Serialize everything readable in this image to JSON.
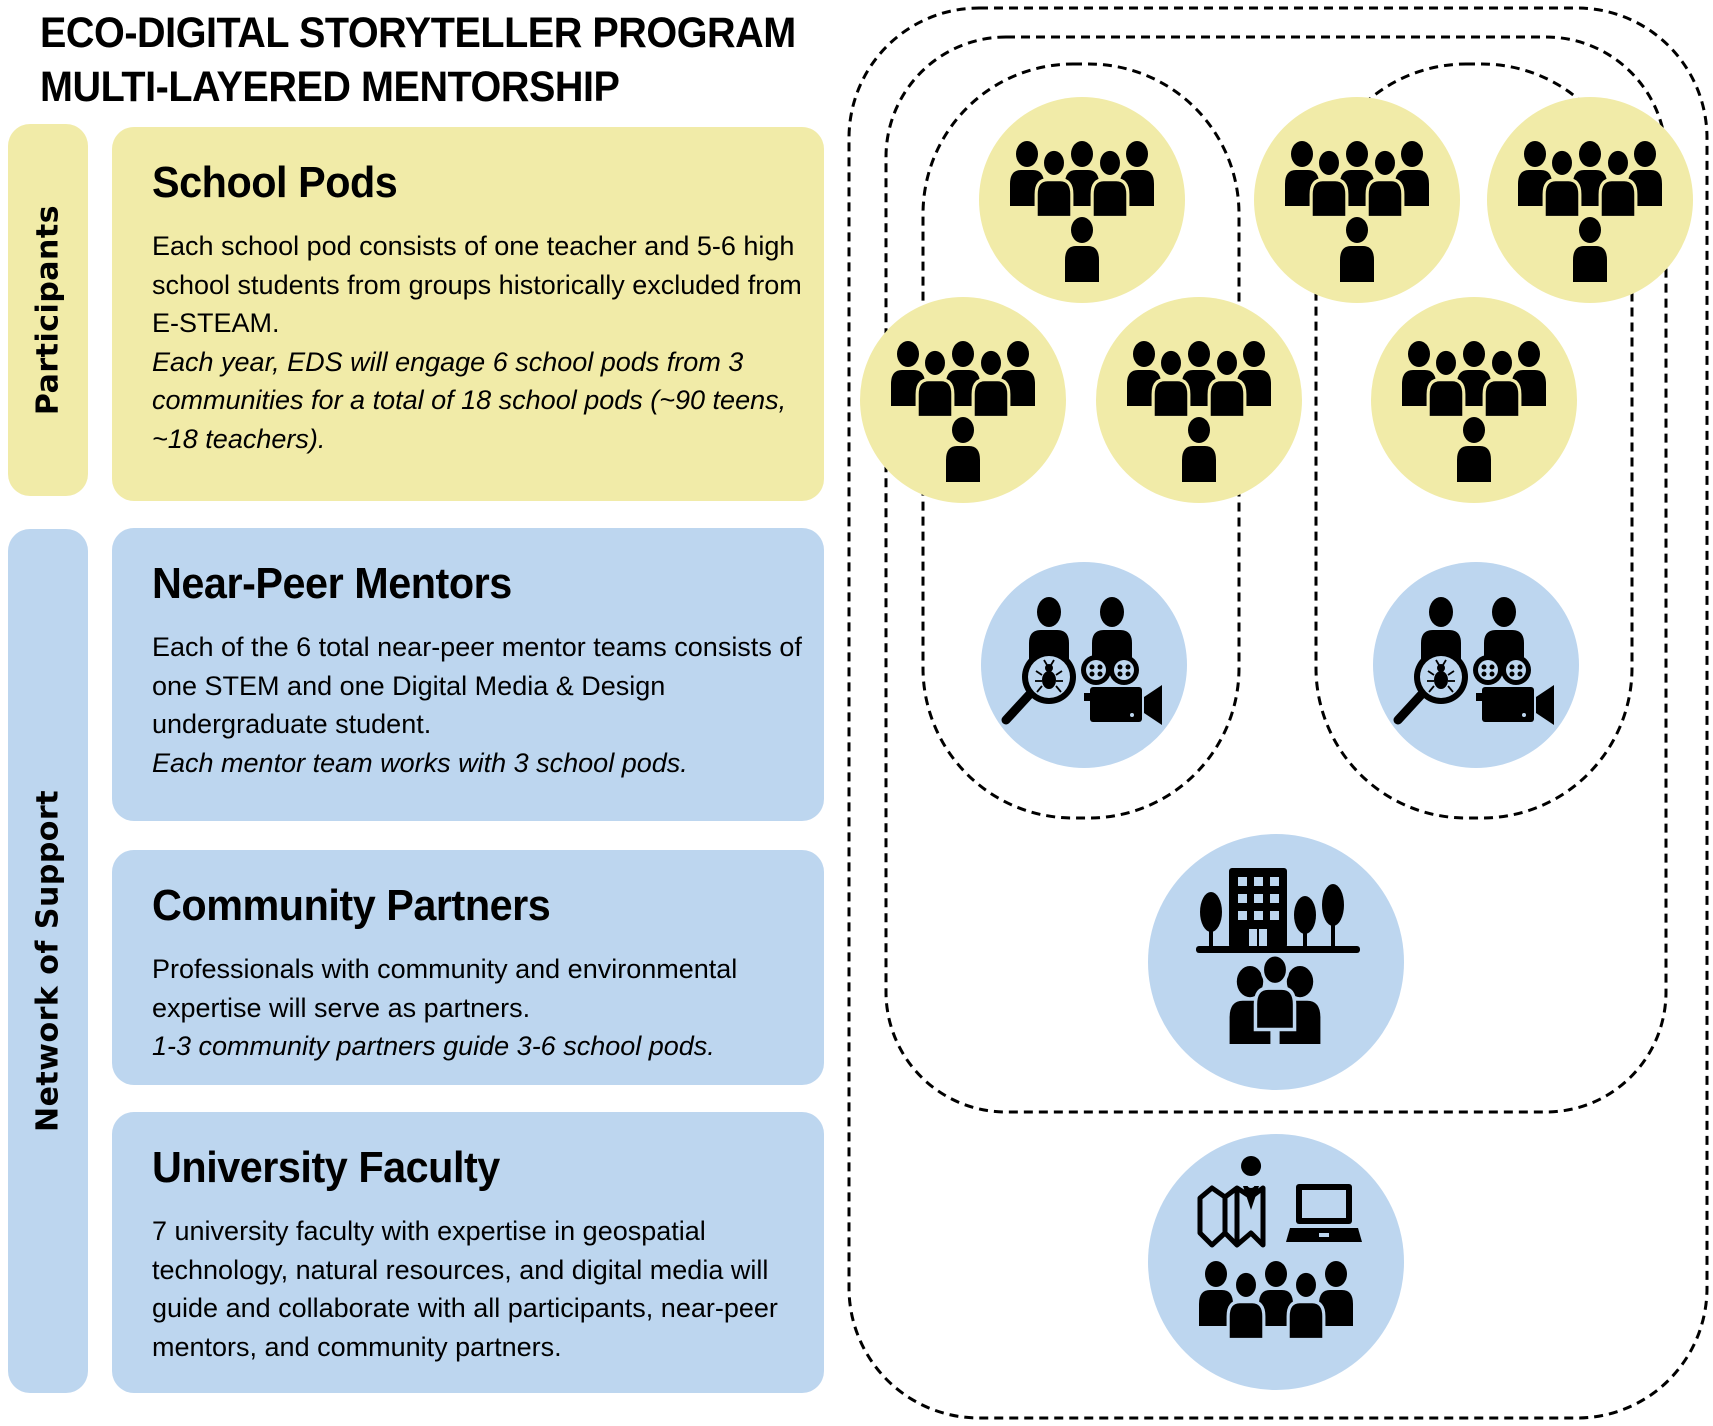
{
  "title": {
    "line1": "ECO-DIGITAL STORYTELLER PROGRAM",
    "line2": "MULTI-LAYERED MENTORSHIP"
  },
  "colors": {
    "participants": "#f1eba8",
    "support": "#bdd6ef",
    "icon": "#000000"
  },
  "side_labels": {
    "participants": "Participants",
    "support": "Network of Support"
  },
  "sections": [
    {
      "heading": "School Pods",
      "body": "Each school pod consists of one teacher and 5-6 high school students from groups historically excluded from E-STEAM.",
      "emphasis": "Each year, EDS will engage 6 school pods from 3 communities for a total of 18 school pods (~90 teens, ~18 teachers)."
    },
    {
      "heading": "Near-Peer Mentors",
      "body": "Each of the 6 total near-peer mentor teams consists of one STEM and one Digital Media & Design undergraduate student.",
      "emphasis": "Each mentor team works with 3 school pods."
    },
    {
      "heading": "Community Partners",
      "body": "Professionals with community and environmental expertise will serve as partners.",
      "emphasis": "1-3 community partners guide 3-6 school pods."
    },
    {
      "heading": "University Faculty",
      "body": "7 university faculty with expertise in geospatial technology, natural resources, and digital media will guide and collaborate with all participants, near-peer mentors, and community partners.",
      "emphasis": ""
    }
  ],
  "diagram": {
    "school_pod_icon": "group-with-teacher-icon",
    "school_pod_count": 6,
    "mentor_team_icon": "scientist-and-filmmaker-icon",
    "mentor_team_count": 2,
    "community_icon": "building-trees-and-people-icon",
    "faculty_icon": "map-laptop-and-people-icon"
  }
}
